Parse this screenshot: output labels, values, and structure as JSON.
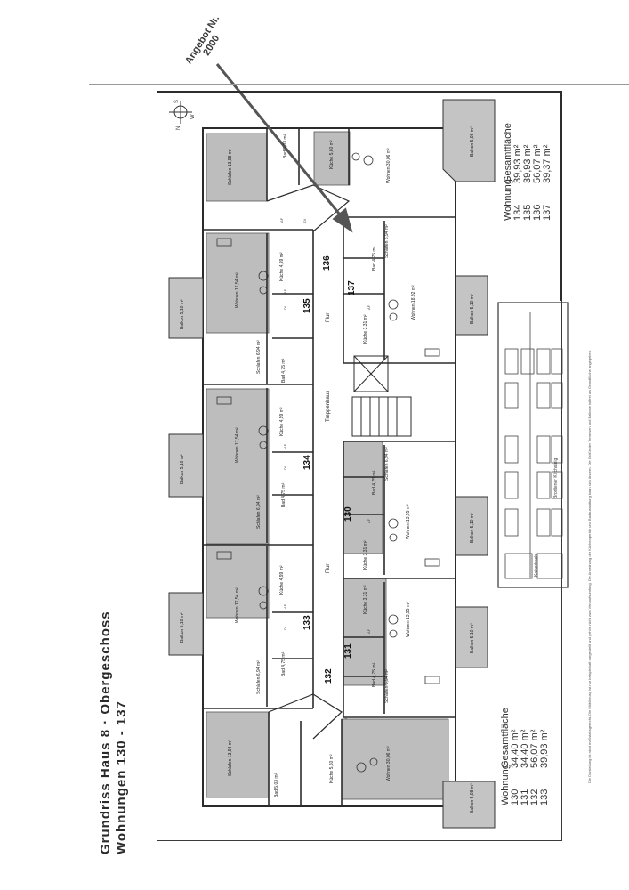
{
  "title": {
    "line1": "Grundriss Haus 8 · Obergeschoss",
    "line2": "Wohnungen 130 - 137"
  },
  "offer_label": {
    "line1": "Angebot Nr.",
    "line2": "2000"
  },
  "compass": {
    "n": "N",
    "s": "S",
    "w": "W"
  },
  "table_bottom": {
    "headers": [
      "Wohnung",
      "Gesamtfläche"
    ],
    "rows": [
      [
        "130",
        "34,40 m²"
      ],
      [
        "131",
        "34,40 m²"
      ],
      [
        "132",
        "56,07 m²"
      ],
      [
        "133",
        "39,93 m²"
      ]
    ]
  },
  "table_top": {
    "headers": [
      "Wohnung",
      "Gesamtfläche"
    ],
    "rows": [
      [
        "134",
        "39,93 m²"
      ],
      [
        "135",
        "39,93 m²"
      ],
      [
        "136",
        "56,07 m²"
      ],
      [
        "137",
        "39,37 m²"
      ]
    ]
  },
  "disclaimer": "Die Darstellung ist nicht maßstabsgerecht. Die Möblierung ist nur beispielhaft dargestellt und gehört nicht zum Verkaufsumfang. Die Anordnung der Küchengeräte und Badausstattung kann sich ändern. Die Größe der Terrassen und Balkone ist frei als Grundfläche angegeben.",
  "site_plan": {
    "street1": "Brodtener Kirchsteig",
    "street2": "Kaiserbach"
  },
  "flats": [
    "130",
    "131",
    "132",
    "133",
    "134",
    "135",
    "136",
    "137"
  ],
  "corridor": {
    "flur": "Flur",
    "treppenhaus": "Treppenhaus"
  },
  "rooms": [
    {
      "name": "Schlafen",
      "area": "13,98 m²"
    },
    {
      "name": "Bad",
      "area": "5,03 m²"
    },
    {
      "name": "Küche",
      "area": "5,60 m²"
    },
    {
      "name": "Wohnen",
      "area": "30,06 m²"
    },
    {
      "name": "Balkon",
      "area": "5,98 m²"
    },
    {
      "name": "Schlafen",
      "area": "6,94 m²"
    },
    {
      "name": "Bad",
      "area": "4,75 m²"
    },
    {
      "name": "Küche",
      "area": "4,99 m²"
    },
    {
      "name": "Wohnen",
      "area": "17,54 m²"
    },
    {
      "name": "Balkon",
      "area": "5,10 m²"
    },
    {
      "name": "Küche",
      "area": "3,31 m²"
    },
    {
      "name": "Wohnen",
      "area": "18,92 m²"
    },
    {
      "name": "Wohnen",
      "area": "13,95 m²"
    }
  ],
  "abbrev": {
    "af": "AF",
    "di": "DI"
  }
}
